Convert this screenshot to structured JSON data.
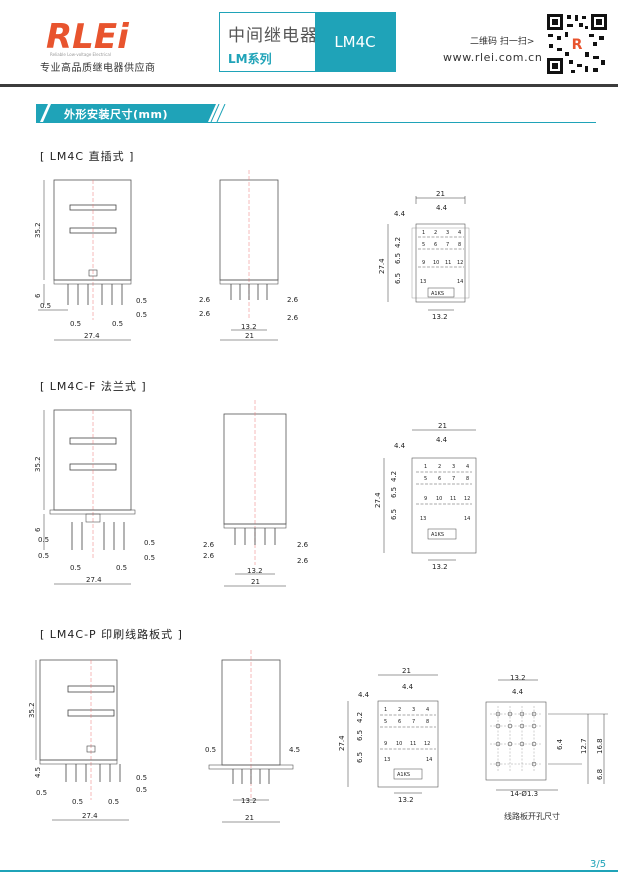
{
  "header": {
    "logo_text": "RLEi",
    "logo_tagline": "Reliable Low-voltage Electrical",
    "logo_subtitle": "专业高品质继电器供应商",
    "product_name_cn": "中间继电器",
    "series": "LM系列",
    "model": "LM4C",
    "qr_prompt": "二维码 扫一扫>",
    "website": "www.rlei.com.cn"
  },
  "section": {
    "title": "外形安装尺寸(mm)"
  },
  "variants": [
    {
      "title": "[ LM4C 直插式 ]"
    },
    {
      "title": "[ LM4C-F 法兰式 ]"
    },
    {
      "title": "[ LM4C-P 印刷线路板式 ]"
    }
  ],
  "dims": {
    "height": "35.2",
    "pin": "6",
    "pin_p": "4.5",
    "width": "27.4",
    "depth": "21",
    "half": "0.5",
    "side": "2.6",
    "mid": "13.2",
    "pitch": "4.4",
    "row1": "4.2",
    "row2": "6.5",
    "pcb_a": "6.4",
    "pcb_b": "12.7",
    "pcb_c": "16.8",
    "pcb_d": "6.8",
    "holes": "14-Ø1.3"
  },
  "pins": {
    "row1": [
      "1",
      "2",
      "3",
      "4"
    ],
    "row2": [
      "5",
      "6",
      "7",
      "8"
    ],
    "row3": [
      "9",
      "10",
      "11",
      "12"
    ],
    "coil": [
      "13",
      "14"
    ],
    "label": "A1KS"
  },
  "footer": {
    "pcb_caption": "线路板开孔尺寸",
    "page": "3/5"
  }
}
